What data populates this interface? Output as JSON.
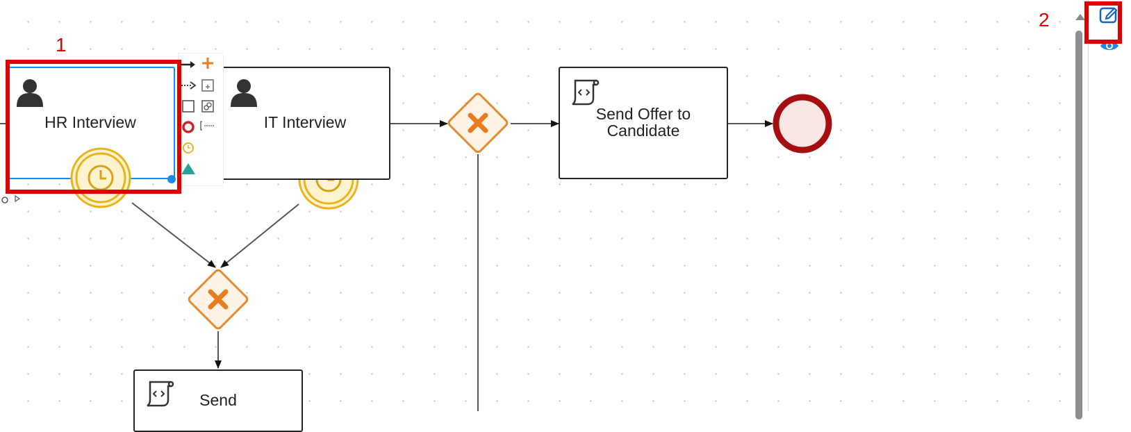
{
  "diagram": {
    "tasks": {
      "hr_interview": "HR Interview",
      "it_interview": "IT Interview",
      "send_offer_line1": "Send Offer to",
      "send_offer_line2": "Candidate",
      "send_partial": "Send"
    }
  },
  "annotations": {
    "marker_1": "1",
    "marker_2": "2"
  },
  "icons": {
    "user_task": "user-icon",
    "script_task": "script-icon",
    "timer": "timer-icon",
    "gateway": "exclusive-gateway-icon",
    "end_event": "end-event-icon",
    "edit": "edit-icon",
    "preview": "eye-icon"
  },
  "colors": {
    "selection": "#1e88e5",
    "gateway_stroke": "#e58a2e",
    "gateway_fill": "#fff3e6",
    "timer_stroke": "#e7b41e",
    "timer_fill": "#fdf3cf",
    "end_event_stroke": "#a50f0f",
    "end_event_fill": "#fbe6e6",
    "annotation": "#e00000"
  }
}
